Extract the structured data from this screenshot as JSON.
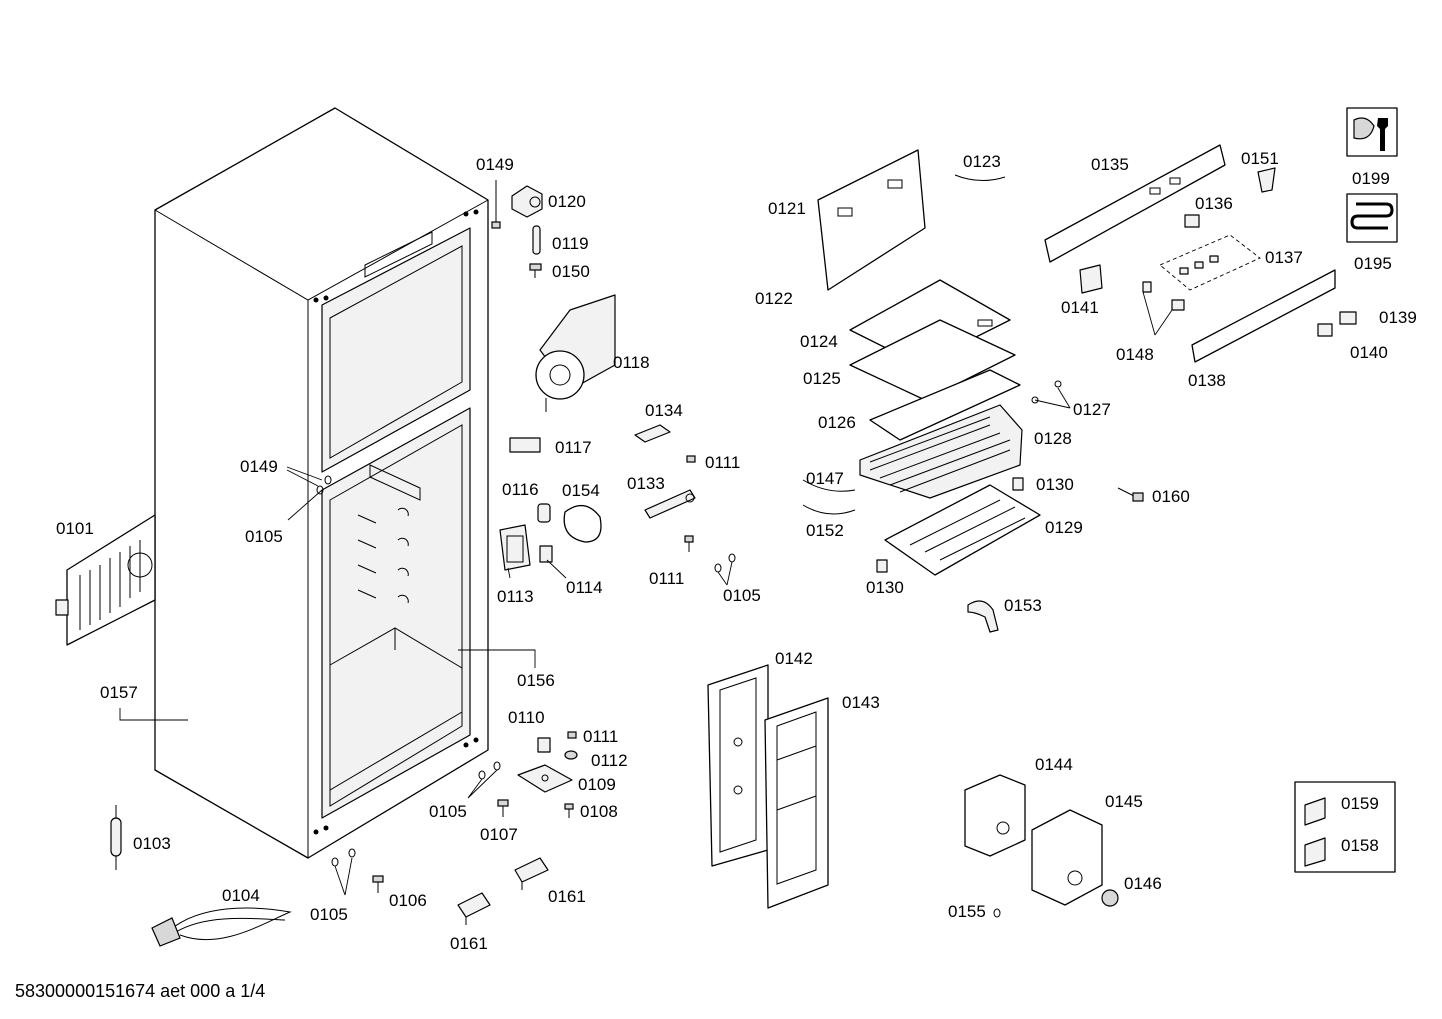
{
  "footer": "58300000151674 aet 000 a 1/4",
  "icons": [
    "wrench-icon",
    "refrigerant-coil-icon"
  ],
  "labels": {
    "p0101": "0101",
    "p0103": "0103",
    "p0104": "0104",
    "p0105a": "0105",
    "p0105b": "0105",
    "p0105c": "0105",
    "p0105d": "0105",
    "p0106": "0106",
    "p0107": "0107",
    "p0108": "0108",
    "p0109": "0109",
    "p0110": "0110",
    "p0111a": "0111",
    "p0111b": "0111",
    "p0111c": "0111",
    "p0112": "0112",
    "p0113": "0113",
    "p0114": "0114",
    "p0116": "0116",
    "p0117": "0117",
    "p0118": "0118",
    "p0119": "0119",
    "p0120": "0120",
    "p0121": "0121",
    "p0122": "0122",
    "p0123": "0123",
    "p0124": "0124",
    "p0125": "0125",
    "p0126": "0126",
    "p0127": "0127",
    "p0128": "0128",
    "p0129": "0129",
    "p0130a": "0130",
    "p0130b": "0130",
    "p0133": "0133",
    "p0134": "0134",
    "p0135": "0135",
    "p0136": "0136",
    "p0137": "0137",
    "p0138": "0138",
    "p0139": "0139",
    "p0140": "0140",
    "p0141": "0141",
    "p0142": "0142",
    "p0143": "0143",
    "p0144": "0144",
    "p0145": "0145",
    "p0146": "0146",
    "p0147": "0147",
    "p0148": "0148",
    "p0149a": "0149",
    "p0149b": "0149",
    "p0150": "0150",
    "p0151": "0151",
    "p0152": "0152",
    "p0153": "0153",
    "p0154": "0154",
    "p0155": "0155",
    "p0156": "0156",
    "p0157": "0157",
    "p0158": "0158",
    "p0159": "0159",
    "p0160": "0160",
    "p0161a": "0161",
    "p0161b": "0161",
    "p0195": "0195",
    "p0199": "0199"
  }
}
